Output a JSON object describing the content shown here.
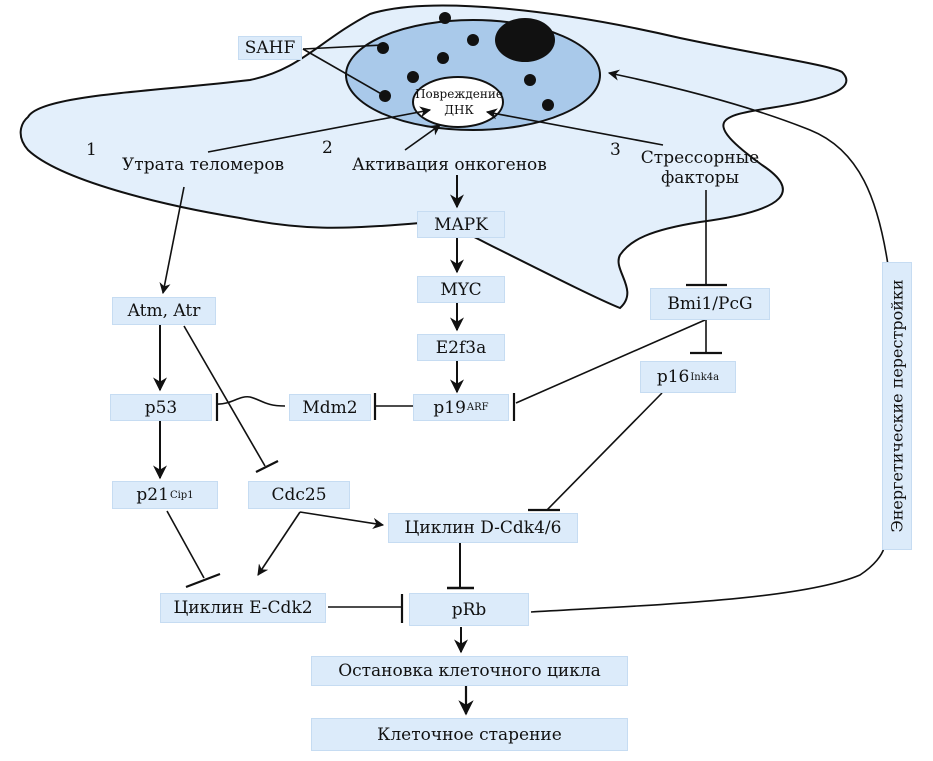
{
  "diagram": {
    "title": "",
    "colors": {
      "cell_fill": "#e3effb",
      "nucleus_fill": "#a9c9ea",
      "box_fill": "#dcebfa",
      "line": "#111111"
    },
    "cell": {
      "nucleus": {
        "label_sahf": "SAHF",
        "damage_line1": "Повреждение",
        "damage_line2": "ДНК"
      },
      "pathway_numbers": [
        "1",
        "2",
        "3"
      ],
      "triggers": {
        "telomere_loss": "Утрата теломеров",
        "oncogene_activation": "Активация онкогенов",
        "stress_line1": "Стрессорные",
        "stress_line2": "факторы"
      }
    },
    "nodes": {
      "mapk": "MAPK",
      "myc": "MYC",
      "e2f3a": "E2f3a",
      "p19": "p19",
      "p19_sup": "ARF",
      "mdm2": "Mdm2",
      "atm_atr": "Atm, Atr",
      "p53": "p53",
      "p21": "p21",
      "p21_sup": "Cip1",
      "cdc25": "Cdc25",
      "bmi1": "Bmi1/PcG",
      "p16": "p16",
      "p16_sup": "Ink4a",
      "cyclin_d": "Циклин D-Cdk4/6",
      "cyclin_e": "Циклин E-Cdk2",
      "prb": "pRb",
      "cell_cycle_arrest": "Остановка клеточного цикла",
      "senescence": "Клеточное старение",
      "energy": "Энергетические перестройки"
    },
    "edges": [
      {
        "from": "telomere_loss",
        "to": "atm_atr",
        "type": "activation"
      },
      {
        "from": "telomere_loss",
        "to": "dna_damage",
        "type": "activation"
      },
      {
        "from": "oncogene_activation",
        "to": "dna_damage",
        "type": "activation"
      },
      {
        "from": "stress",
        "to": "dna_damage",
        "type": "activation"
      },
      {
        "from": "oncogene_activation",
        "to": "mapk",
        "type": "activation"
      },
      {
        "from": "mapk",
        "to": "myc",
        "type": "activation"
      },
      {
        "from": "myc",
        "to": "e2f3a",
        "type": "activation"
      },
      {
        "from": "e2f3a",
        "to": "p19",
        "type": "activation"
      },
      {
        "from": "p19",
        "to": "mdm2",
        "type": "inhibition"
      },
      {
        "from": "mdm2",
        "to": "p53",
        "type": "inhibition"
      },
      {
        "from": "atm_atr",
        "to": "p53",
        "type": "activation"
      },
      {
        "from": "atm_atr",
        "to": "cdc25",
        "type": "inhibition"
      },
      {
        "from": "p53",
        "to": "p21",
        "type": "activation"
      },
      {
        "from": "stress",
        "to": "bmi1",
        "type": "inhibition"
      },
      {
        "from": "bmi1",
        "to": "p16",
        "type": "inhibition"
      },
      {
        "from": "bmi1",
        "to": "p19",
        "type": "inhibition"
      },
      {
        "from": "p16",
        "to": "cyclin_d",
        "type": "inhibition"
      },
      {
        "from": "cdc25",
        "to": "cyclin_d",
        "type": "activation"
      },
      {
        "from": "cdc25",
        "to": "cyclin_e",
        "type": "activation"
      },
      {
        "from": "p21",
        "to": "cyclin_e",
        "type": "inhibition"
      },
      {
        "from": "cyclin_d",
        "to": "prb",
        "type": "inhibition"
      },
      {
        "from": "cyclin_e",
        "to": "prb",
        "type": "inhibition"
      },
      {
        "from": "prb",
        "to": "cell_cycle_arrest",
        "type": "activation"
      },
      {
        "from": "cell_cycle_arrest",
        "to": "senescence",
        "type": "activation"
      },
      {
        "from": "prb",
        "to": "energy",
        "type": "link"
      },
      {
        "from": "energy",
        "to": "nucleus",
        "type": "activation"
      }
    ]
  }
}
